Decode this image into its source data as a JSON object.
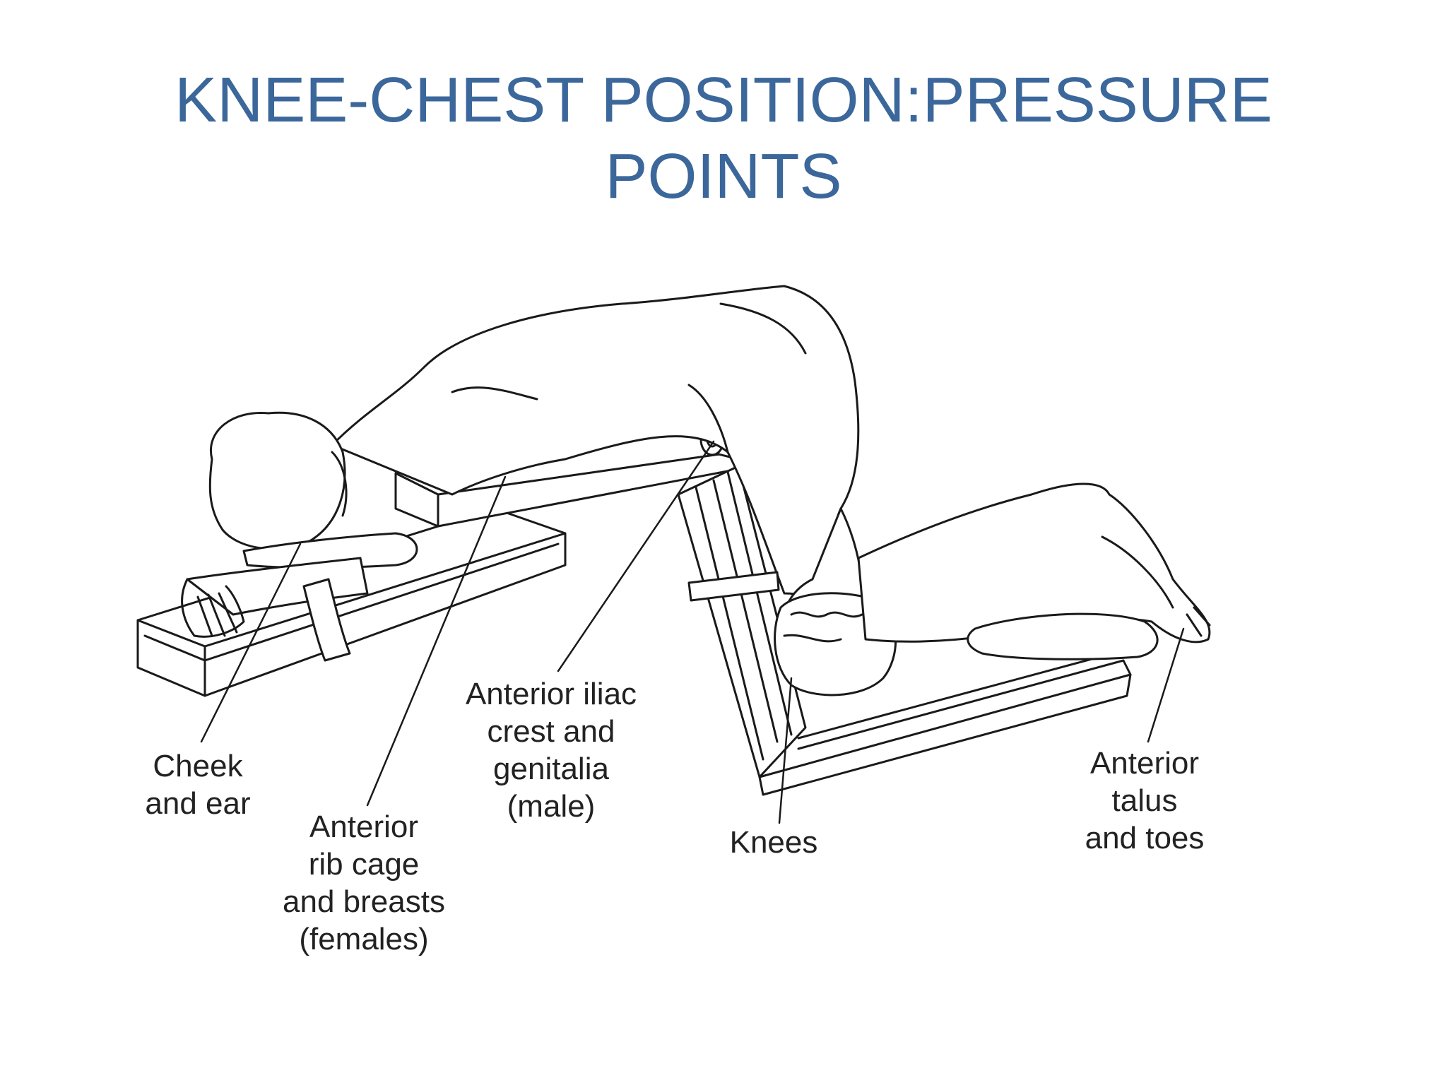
{
  "title": {
    "line1": "KNEE-CHEST POSITION:PRESSURE",
    "line2": "POINTS"
  },
  "diagram": {
    "labels": {
      "cheek_ear": [
        "Cheek",
        "and ear"
      ],
      "rib_cage": [
        "Anterior",
        "rib cage",
        "and breasts",
        "(females)"
      ],
      "iliac_crest": [
        "Anterior iliac",
        "crest and",
        "genitalia",
        "(male)"
      ],
      "knees": [
        "Knees"
      ],
      "talus_toes": [
        "Anterior",
        "talus",
        "and toes"
      ]
    },
    "colors": {
      "title": "#3b679b",
      "line_art": "#1a1a1a"
    }
  }
}
